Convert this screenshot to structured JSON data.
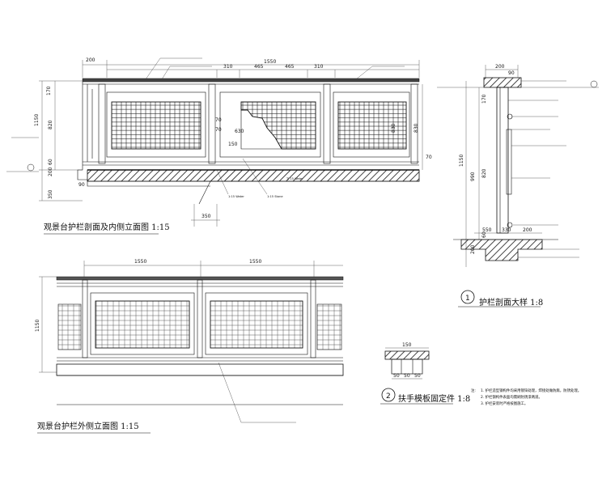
{
  "views": {
    "inner_elevation": {
      "title": "观景台护栏剖面及内侧立面图  1:15",
      "top_dims": [
        "200",
        "1550",
        "310",
        "465",
        "465",
        "310"
      ],
      "left_dims": [
        "170",
        "1150",
        "820",
        "60",
        "200",
        "350"
      ],
      "right_dims": [
        "830",
        "830",
        "70"
      ],
      "inner_dims": [
        "630",
        "150",
        "70",
        "70",
        "90"
      ],
      "bottom_dim": "350",
      "annotations": [
        "1:15 Water",
        "1:15 Stone",
        "TI 15 Water"
      ]
    },
    "outer_elevation": {
      "title": "观景台护栏外侧立面图  1:15",
      "top_dims": [
        "1550",
        "1550"
      ],
      "left_dims": [
        "1150"
      ]
    },
    "section_detail": {
      "number": "1",
      "title": "护栏剖面大样  1:8",
      "top_dims": [
        "200",
        "90"
      ],
      "left_dims": [
        "1150",
        "990",
        "820",
        "170",
        "200",
        "60"
      ],
      "bottom_dims": [
        "550",
        "330",
        "200"
      ]
    },
    "handrail_detail": {
      "number": "2",
      "title": "扶手模板固定件  1:8",
      "dims": [
        "150",
        "50",
        "50",
        "50"
      ]
    }
  },
  "notes": {
    "heading": "注:",
    "items": [
      "1. 护栏造型钢构件均采用镀锌处理，焊接处做防腐，防锈处理。",
      "2. 护栏钢构件表面均需刷防锈漆两道。",
      "3. 护栏安装时严格按图施工。"
    ]
  }
}
